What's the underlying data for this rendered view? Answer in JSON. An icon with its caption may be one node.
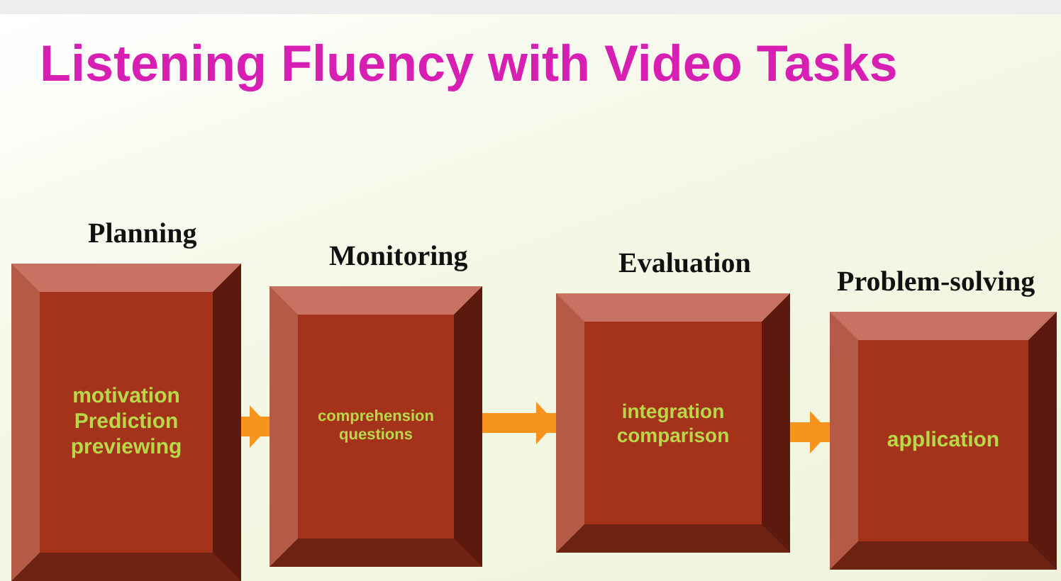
{
  "diagram": {
    "title": "Listening Fluency with Video Tasks",
    "nodes": [
      {
        "text": [
          "Planning",
          "motivation Prediction previewing"
        ]
      },
      {
        "text": [
          "Monitoring",
          "comprehension questions"
        ]
      },
      {
        "text": [
          "Evaluation",
          "integration comparison"
        ]
      },
      {
        "text": [
          "Problem-solving",
          "application"
        ]
      }
    ],
    "edges": [
      {
        "from": 0,
        "to": 1,
        "arrow": "to"
      },
      {
        "from": 1,
        "to": 2,
        "arrow": "to"
      },
      {
        "from": 2,
        "to": 3,
        "arrow": "to"
      }
    ]
  }
}
